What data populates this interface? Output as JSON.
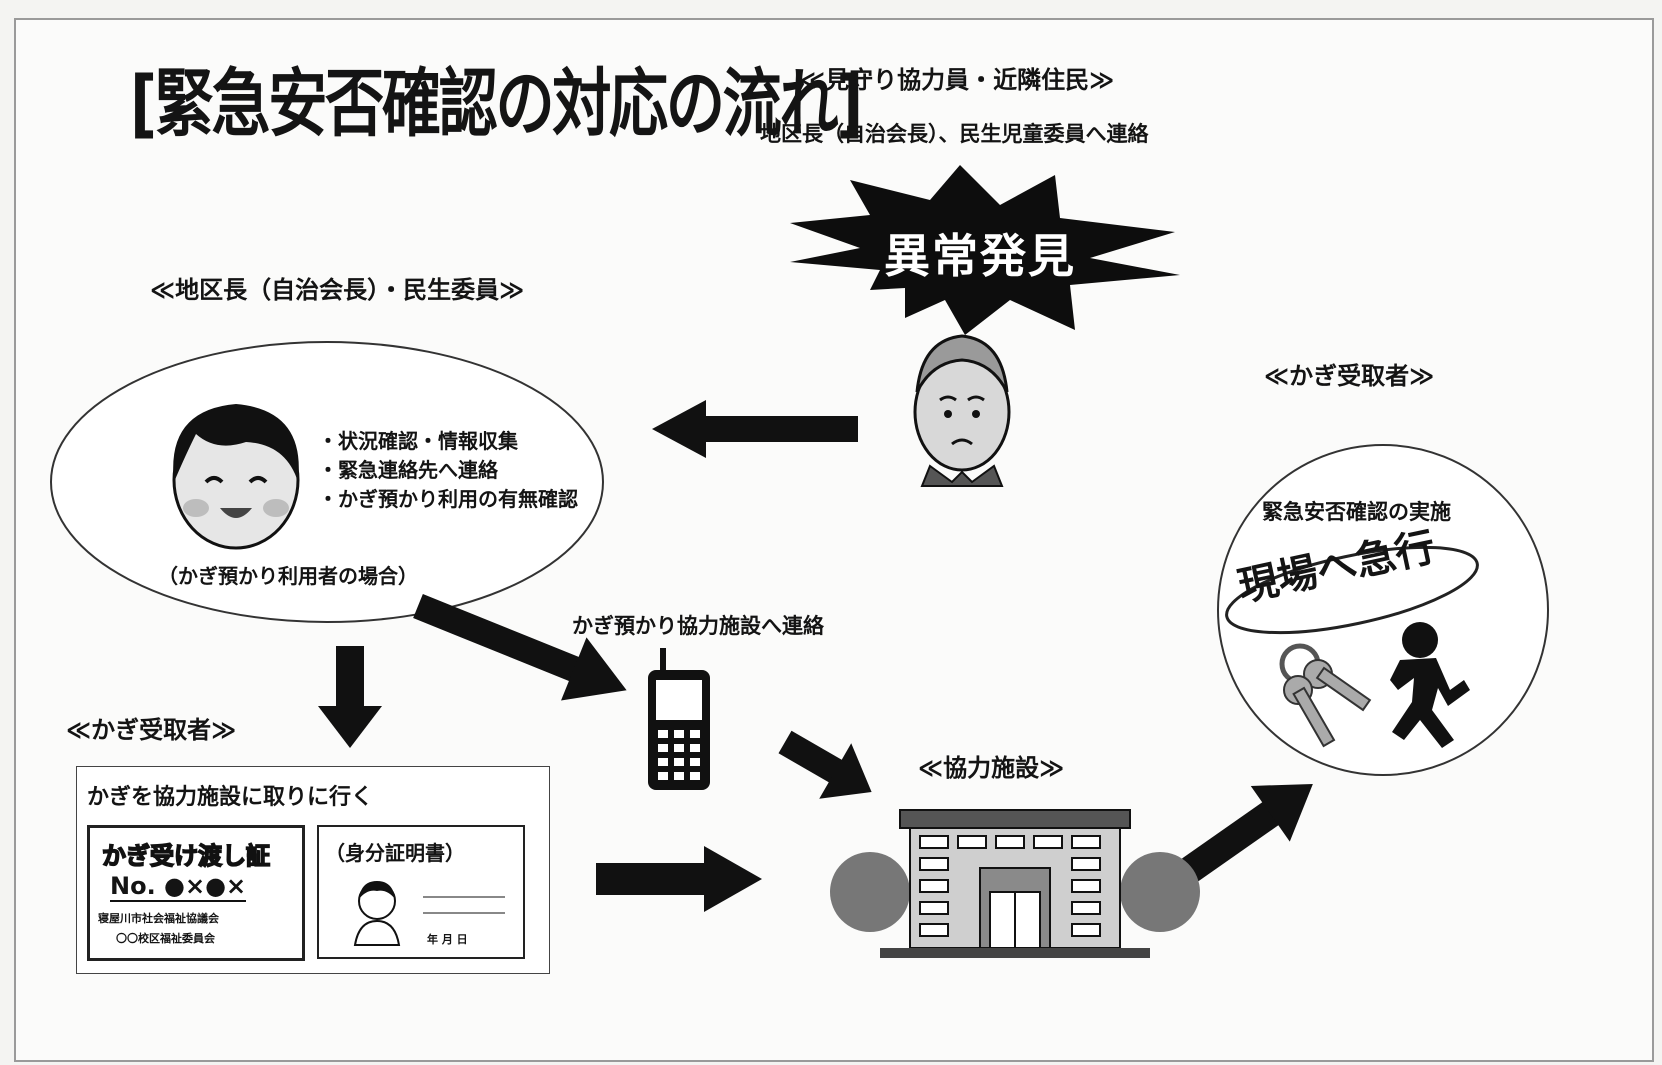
{
  "title": "[緊急安否確認の対応の流れ]",
  "sections": {
    "watchers_title": "≪見守り協力員・近隣住民≫",
    "watchers_note": "地区長（自治会長）、民生児童委員へ連絡",
    "abnormal": "異常発見",
    "district_title": "≪地区長（自治会長）・民生委員≫",
    "district_tasks": [
      "・状況確認・情報収集",
      "・緊急連絡先へ連絡",
      "・かぎ預かり利用の有無確認"
    ],
    "district_case": "（かぎ預かり利用者の場合）",
    "contact_facility": "かぎ預かり協力施設へ連絡",
    "key_receiver_left": "≪かぎ受取者≫",
    "go_get_key": "かぎを協力施設に取りに行く",
    "key_card_title": "かぎ受け渡し証",
    "key_card_no": "No. ●×●×",
    "key_card_org1": "寝屋川市社会福祉協議会",
    "key_card_org2": "〇〇校区福祉委員会",
    "id_card_title": "（身分証明書）",
    "id_card_date": "年 月 日",
    "facility_title": "≪協力施設≫",
    "key_receiver_right": "≪かぎ受取者≫",
    "safety_check": "緊急安否確認の実施",
    "rush": "現場へ急行"
  },
  "icons": [
    "elderly-man-icon",
    "smiling-person-icon",
    "mobile-phone-icon",
    "building-icon",
    "keys-icon",
    "running-person-icon"
  ]
}
